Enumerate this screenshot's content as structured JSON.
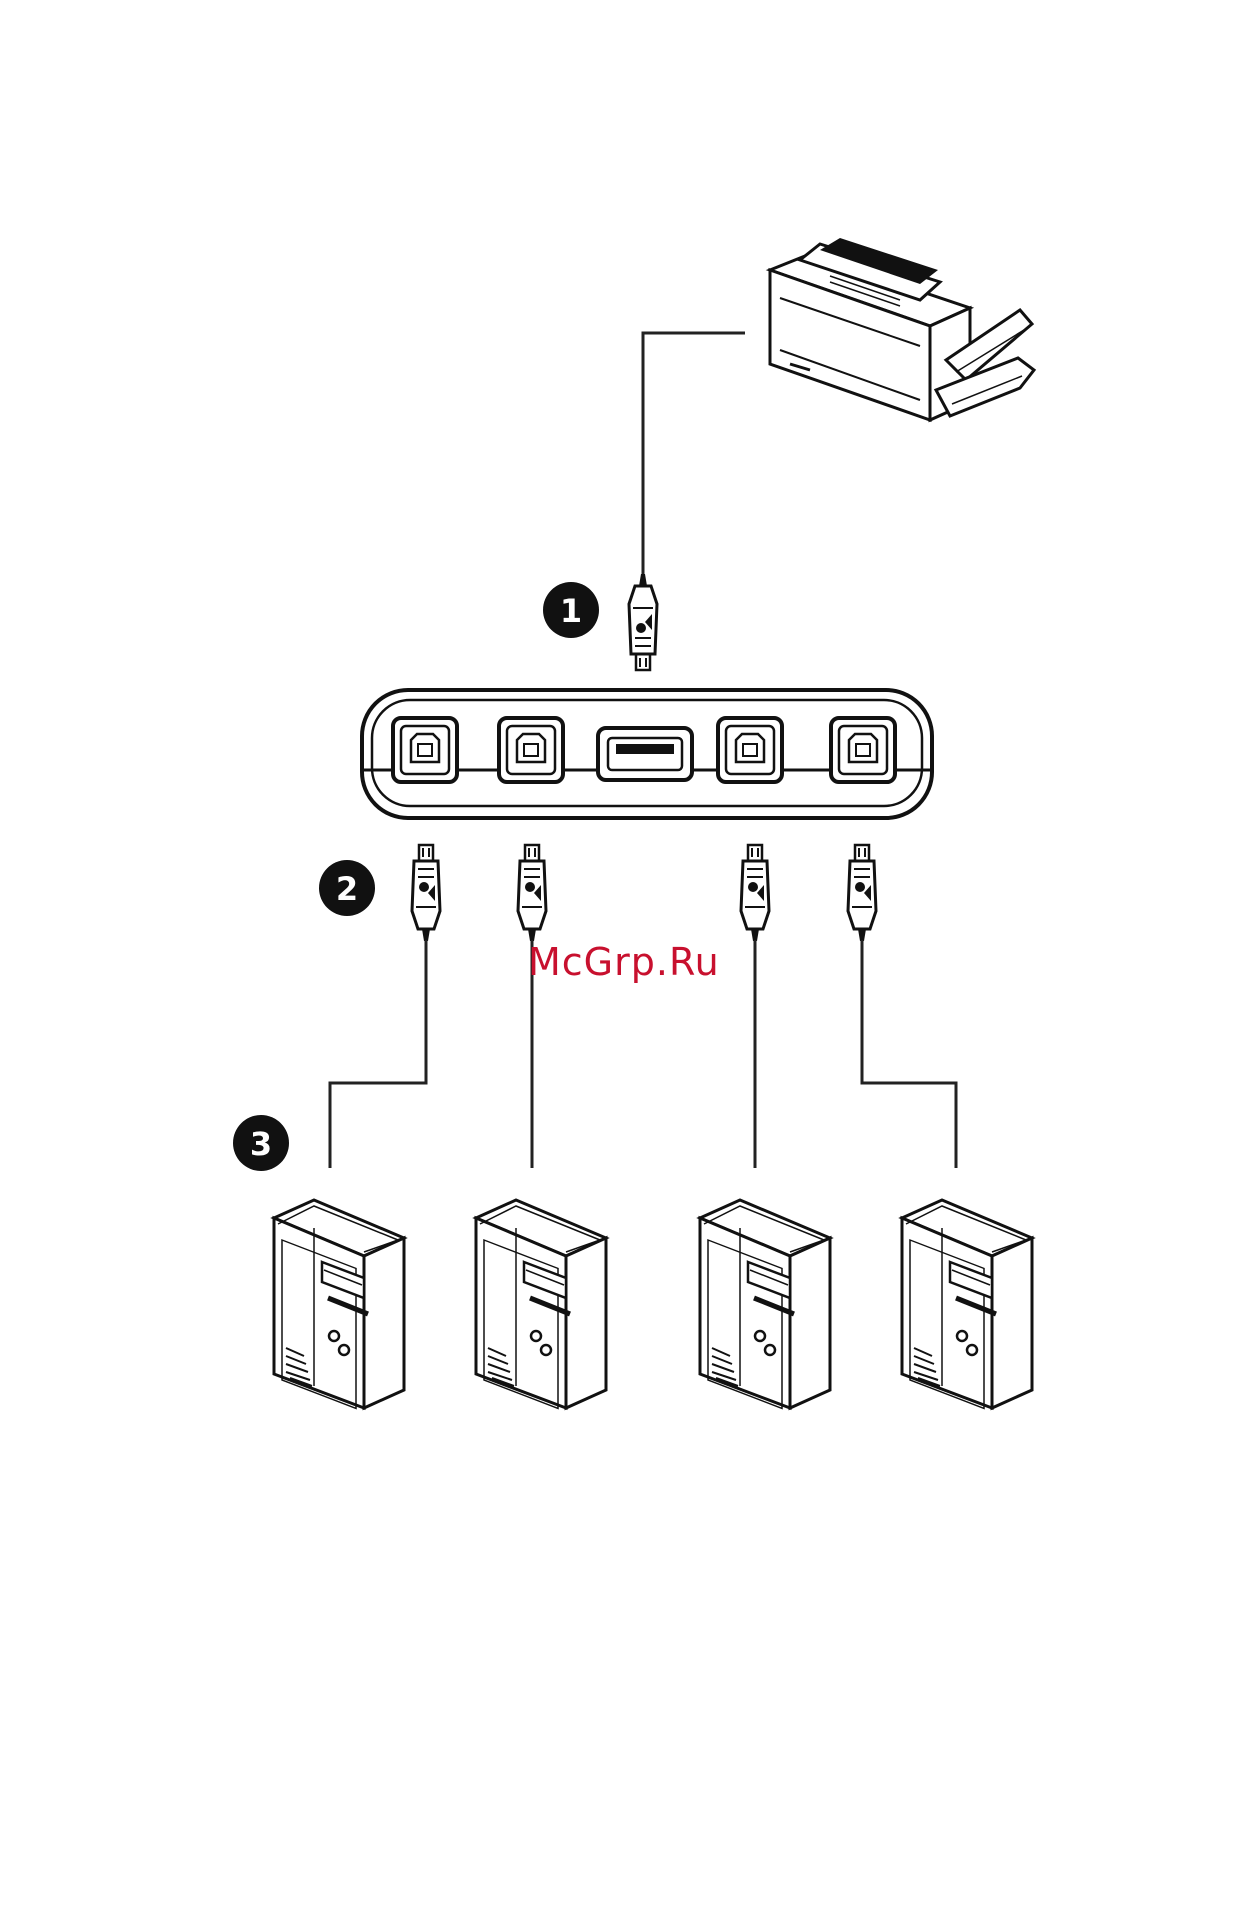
{
  "steps": [
    {
      "number": "1"
    },
    {
      "number": "2"
    },
    {
      "number": "3"
    }
  ],
  "watermark": {
    "text": "McGrp.Ru",
    "color": "#c8102e"
  },
  "colors": {
    "line": "#111111",
    "fill": "#ffffff"
  },
  "icons": {
    "printer": "printer-icon",
    "switch": "usb-sharing-switch-icon",
    "computer": "tower-computer-icon",
    "connector": "usb-connector-icon"
  }
}
